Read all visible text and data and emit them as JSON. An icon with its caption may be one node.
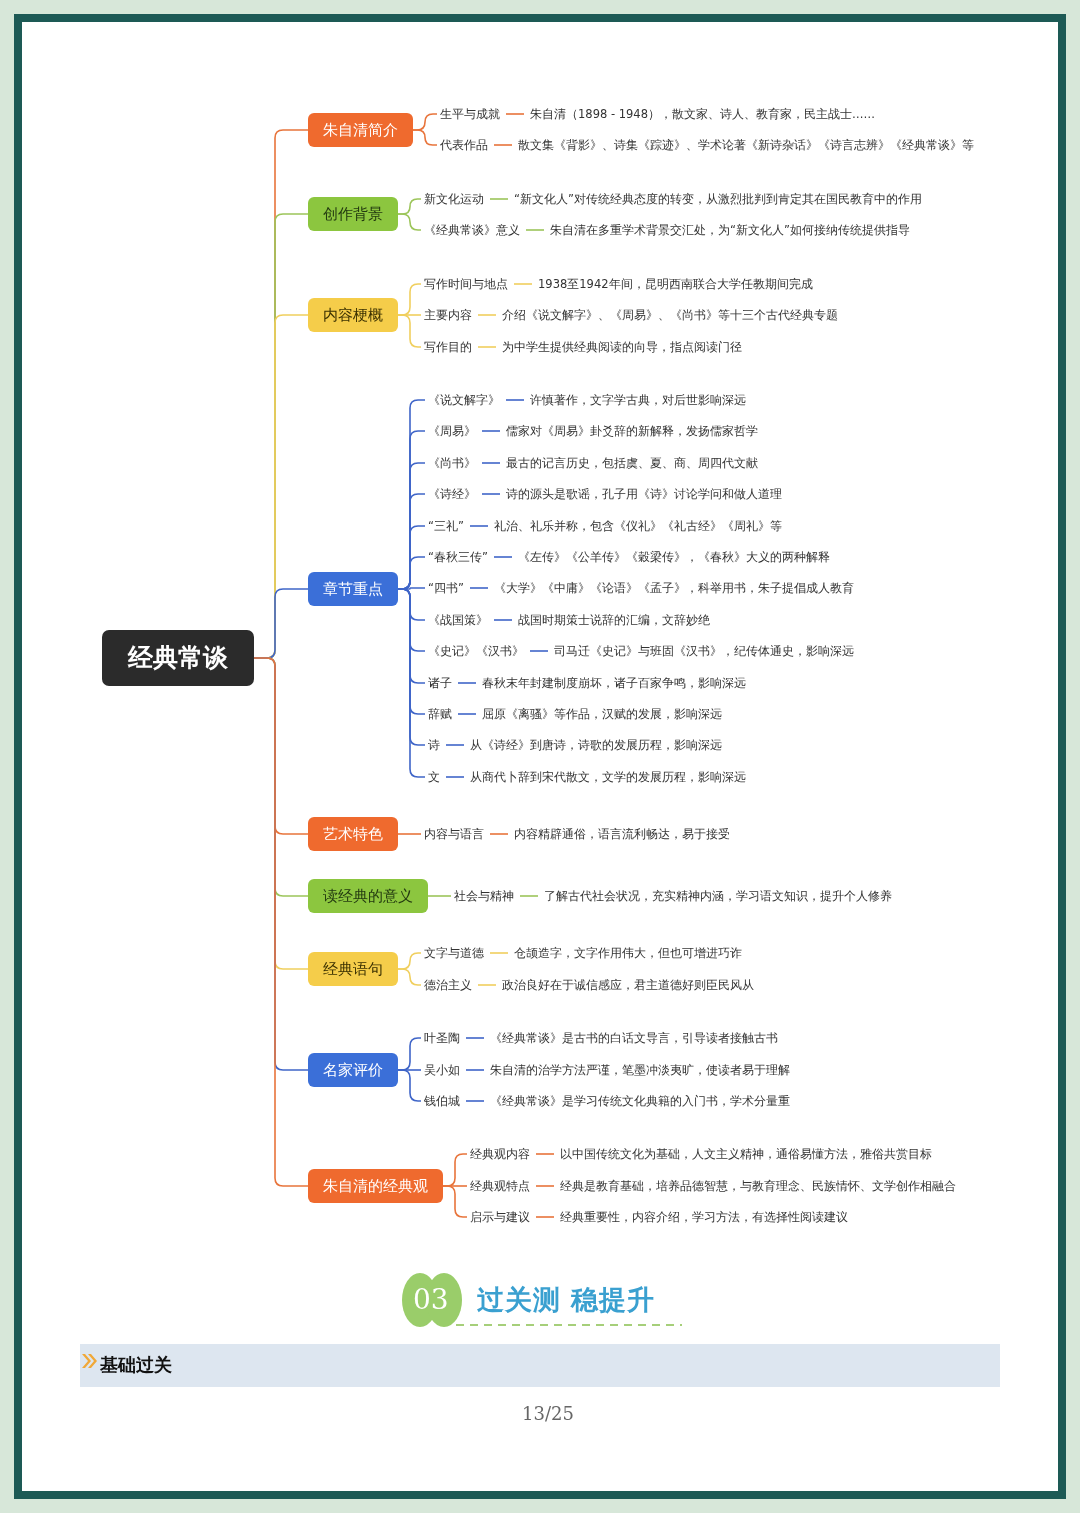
{
  "diagram": {
    "nodes": [
      {
        "text": [
          "经典常谈"
        ]
      },
      {
        "text": [
          "朱自清简介"
        ]
      },
      {
        "text": [
          "生平与成就"
        ]
      },
      {
        "text": [
          "朱自清（1898 - 1948），散文家、诗人、教育家，民主战士……"
        ]
      },
      {
        "text": [
          "代表作品"
        ]
      },
      {
        "text": [
          "散文集《背影》、诗集《踪迹》、学术论著《新诗杂话》《诗言志辨》《经典常谈》等"
        ]
      },
      {
        "text": [
          "创作背景"
        ]
      },
      {
        "text": [
          "新文化运动"
        ]
      },
      {
        "text": [
          "“新文化人”对传统经典态度的转变，从激烈批判到肯定其在国民教育中的作用"
        ]
      },
      {
        "text": [
          "《经典常谈》意义"
        ]
      },
      {
        "text": [
          "朱自清在多重学术背景交汇处，为“新文化人”如何接纳传统提供指导"
        ]
      },
      {
        "text": [
          "内容梗概"
        ]
      },
      {
        "text": [
          "写作时间与地点"
        ]
      },
      {
        "text": [
          "1938至1942年间，昆明西南联合大学任教期间完成"
        ]
      },
      {
        "text": [
          "主要内容"
        ]
      },
      {
        "text": [
          "介绍《说文解字》、《周易》、《尚书》等十三个古代经典专题"
        ]
      },
      {
        "text": [
          "写作目的"
        ]
      },
      {
        "text": [
          "为中学生提供经典阅读的向导，指点阅读门径"
        ]
      },
      {
        "text": [
          "章节重点"
        ]
      },
      {
        "text": [
          "《说文解字》"
        ]
      },
      {
        "text": [
          "许慎著作，文字学古典，对后世影响深远"
        ]
      },
      {
        "text": [
          "《周易》"
        ]
      },
      {
        "text": [
          "儒家对《周易》卦爻辞的新解释，发扬儒家哲学"
        ]
      },
      {
        "text": [
          "《尚书》"
        ]
      },
      {
        "text": [
          "最古的记言历史，包括虞、夏、商、周四代文献"
        ]
      },
      {
        "text": [
          "《诗经》"
        ]
      },
      {
        "text": [
          "诗的源头是歌谣，孔子用《诗》讨论学问和做人道理"
        ]
      },
      {
        "text": [
          "“三礼”"
        ]
      },
      {
        "text": [
          "礼治、礼乐并称，包含《仪礼》《礼古经》《周礼》等"
        ]
      },
      {
        "text": [
          "“春秋三传”"
        ]
      },
      {
        "text": [
          "《左传》《公羊传》《穀梁传》，《春秋》大义的两种解释"
        ]
      },
      {
        "text": [
          "“四书”"
        ]
      },
      {
        "text": [
          "《大学》《中庸》《论语》《孟子》，科举用书，朱子提倡成人教育"
        ]
      },
      {
        "text": [
          "《战国策》"
        ]
      },
      {
        "text": [
          "战国时期策士说辞的汇编，文辞妙绝"
        ]
      },
      {
        "text": [
          "《史记》《汉书》"
        ]
      },
      {
        "text": [
          "司马迁《史记》与班固《汉书》，纪传体通史，影响深远"
        ]
      },
      {
        "text": [
          "诸子"
        ]
      },
      {
        "text": [
          "春秋末年封建制度崩坏，诸子百家争鸣，影响深远"
        ]
      },
      {
        "text": [
          "辞赋"
        ]
      },
      {
        "text": [
          "屈原《离骚》等作品，汉赋的发展，影响深远"
        ]
      },
      {
        "text": [
          "诗"
        ]
      },
      {
        "text": [
          "从《诗经》到唐诗，诗歌的发展历程，影响深远"
        ]
      },
      {
        "text": [
          "文"
        ]
      },
      {
        "text": [
          "从商代卜辞到宋代散文，文学的发展历程，影响深远"
        ]
      },
      {
        "text": [
          "艺术特色"
        ]
      },
      {
        "text": [
          "内容与语言"
        ]
      },
      {
        "text": [
          "内容精辟通俗，语言流利畅达，易于接受"
        ]
      },
      {
        "text": [
          "读经典的意义"
        ]
      },
      {
        "text": [
          "社会与精神"
        ]
      },
      {
        "text": [
          "了解古代社会状况，充实精神内涵，学习语文知识，提升个人修养"
        ]
      },
      {
        "text": [
          "经典语句"
        ]
      },
      {
        "text": [
          "文字与道德"
        ]
      },
      {
        "text": [
          "仓颉造字，文字作用伟大，但也可增进巧诈"
        ]
      },
      {
        "text": [
          "德治主义"
        ]
      },
      {
        "text": [
          "政治良好在于诚信感应，君主道德好则臣民风从"
        ]
      },
      {
        "text": [
          "名家评价"
        ]
      },
      {
        "text": [
          "叶圣陶"
        ]
      },
      {
        "text": [
          "《经典常谈》是古书的白话文导言，引导读者接触古书"
        ]
      },
      {
        "text": [
          "吴小如"
        ]
      },
      {
        "text": [
          "朱自清的治学方法严谨，笔墨冲淡夷旷，使读者易于理解"
        ]
      },
      {
        "text": [
          "钱伯城"
        ]
      },
      {
        "text": [
          "《经典常谈》是学习传统文化典籍的入门书，学术分量重"
        ]
      },
      {
        "text": [
          "朱自清的经典观"
        ]
      },
      {
        "text": [
          "经典观内容"
        ]
      },
      {
        "text": [
          "以中国传统文化为基础，人文主义精神，通俗易懂方法，雅俗共赏目标"
        ]
      },
      {
        "text": [
          "经典观特点"
        ]
      },
      {
        "text": [
          "经典是教育基础，培养品德智慧，与教育理念、民族情怀、文学创作相融合"
        ]
      },
      {
        "text": [
          "启示与建议"
        ]
      },
      {
        "text": [
          "经典重要性，内容介绍，学习方法，有选择性阅读建议"
        ]
      }
    ],
    "edges": [
      {
        "from": 0,
        "to": 1,
        "arrow": "none",
        "color": "#e8743b"
      },
      {
        "from": 1,
        "to": 2,
        "arrow": "none",
        "color": "#e8743b"
      },
      {
        "from": 2,
        "to": 3,
        "arrow": "none",
        "color": "#e8743b"
      },
      {
        "from": 1,
        "to": 4,
        "arrow": "none",
        "color": "#e8743b"
      },
      {
        "from": 4,
        "to": 5,
        "arrow": "none",
        "color": "#e8743b"
      },
      {
        "from": 0,
        "to": 6,
        "arrow": "none",
        "color": "#9cc55a"
      },
      {
        "from": 6,
        "to": 7,
        "arrow": "none",
        "color": "#9cc55a"
      },
      {
        "from": 7,
        "to": 8,
        "arrow": "none",
        "color": "#9cc55a"
      },
      {
        "from": 6,
        "to": 9,
        "arrow": "none",
        "color": "#9cc55a"
      },
      {
        "from": 9,
        "to": 10,
        "arrow": "none",
        "color": "#9cc55a"
      },
      {
        "from": 0,
        "to": 11,
        "arrow": "none",
        "color": "#f0cf5e"
      },
      {
        "from": 11,
        "to": 12,
        "arrow": "none",
        "color": "#f0cf5e"
      },
      {
        "from": 12,
        "to": 13,
        "arrow": "none",
        "color": "#f0cf5e"
      },
      {
        "from": 11,
        "to": 14,
        "arrow": "none",
        "color": "#f0cf5e"
      },
      {
        "from": 14,
        "to": 15,
        "arrow": "none",
        "color": "#f0cf5e"
      },
      {
        "from": 11,
        "to": 16,
        "arrow": "none",
        "color": "#f0cf5e"
      },
      {
        "from": 16,
        "to": 17,
        "arrow": "none",
        "color": "#f0cf5e"
      },
      {
        "from": 0,
        "to": 18,
        "arrow": "none",
        "color": "#3f65c8"
      },
      {
        "from": 18,
        "to": 19,
        "arrow": "none",
        "color": "#3f65c8"
      },
      {
        "from": 19,
        "to": 20,
        "arrow": "none",
        "color": "#3f65c8"
      },
      {
        "from": 18,
        "to": 21,
        "arrow": "none",
        "color": "#3f65c8"
      },
      {
        "from": 21,
        "to": 22,
        "arrow": "none",
        "color": "#3f65c8"
      },
      {
        "from": 18,
        "to": 23,
        "arrow": "none",
        "color": "#3f65c8"
      },
      {
        "from": 23,
        "to": 24,
        "arrow": "none",
        "color": "#3f65c8"
      },
      {
        "from": 18,
        "to": 25,
        "arrow": "none",
        "color": "#3f65c8"
      },
      {
        "from": 25,
        "to": 26,
        "arrow": "none",
        "color": "#3f65c8"
      },
      {
        "from": 18,
        "to": 27,
        "arrow": "none",
        "color": "#3f65c8"
      },
      {
        "from": 27,
        "to": 28,
        "arrow": "none",
        "color": "#3f65c8"
      },
      {
        "from": 18,
        "to": 29,
        "arrow": "none",
        "color": "#3f65c8"
      },
      {
        "from": 29,
        "to": 30,
        "arrow": "none",
        "color": "#3f65c8"
      },
      {
        "from": 18,
        "to": 31,
        "arrow": "none",
        "color": "#3f65c8"
      },
      {
        "from": 31,
        "to": 32,
        "arrow": "none",
        "color": "#3f65c8"
      },
      {
        "from": 18,
        "to": 33,
        "arrow": "none",
        "color": "#3f65c8"
      },
      {
        "from": 33,
        "to": 34,
        "arrow": "none",
        "color": "#3f65c8"
      },
      {
        "from": 18,
        "to": 35,
        "arrow": "none",
        "color": "#3f65c8"
      },
      {
        "from": 35,
        "to": 36,
        "arrow": "none",
        "color": "#3f65c8"
      },
      {
        "from": 18,
        "to": 37,
        "arrow": "none",
        "color": "#3f65c8"
      },
      {
        "from": 37,
        "to": 38,
        "arrow": "none",
        "color": "#3f65c8"
      },
      {
        "from": 18,
        "to": 39,
        "arrow": "none",
        "color": "#3f65c8"
      },
      {
        "from": 39,
        "to": 40,
        "arrow": "none",
        "color": "#3f65c8"
      },
      {
        "from": 18,
        "to": 41,
        "arrow": "none",
        "color": "#3f65c8"
      },
      {
        "from": 41,
        "to": 42,
        "arrow": "none",
        "color": "#3f65c8"
      },
      {
        "from": 18,
        "to": 43,
        "arrow": "none",
        "color": "#3f65c8"
      },
      {
        "from": 43,
        "to": 44,
        "arrow": "none",
        "color": "#3f65c8"
      },
      {
        "from": 0,
        "to": 45,
        "arrow": "none",
        "color": "#e8743b"
      },
      {
        "from": 45,
        "to": 46,
        "arrow": "none",
        "color": "#e8743b"
      },
      {
        "from": 46,
        "to": 47,
        "arrow": "none",
        "color": "#e8743b"
      },
      {
        "from": 0,
        "to": 48,
        "arrow": "none",
        "color": "#9cc55a"
      },
      {
        "from": 48,
        "to": 49,
        "arrow": "none",
        "color": "#9cc55a"
      },
      {
        "from": 49,
        "to": 50,
        "arrow": "none",
        "color": "#9cc55a"
      },
      {
        "from": 0,
        "to": 51,
        "arrow": "none",
        "color": "#f0cf5e"
      },
      {
        "from": 51,
        "to": 52,
        "arrow": "none",
        "color": "#f0cf5e"
      },
      {
        "from": 52,
        "to": 53,
        "arrow": "none",
        "color": "#f0cf5e"
      },
      {
        "from": 51,
        "to": 54,
        "arrow": "none",
        "color": "#f0cf5e"
      },
      {
        "from": 54,
        "to": 55,
        "arrow": "none",
        "color": "#f0cf5e"
      },
      {
        "from": 0,
        "to": 56,
        "arrow": "none",
        "color": "#3f65c8"
      },
      {
        "from": 56,
        "to": 57,
        "arrow": "none",
        "color": "#3f65c8"
      },
      {
        "from": 57,
        "to": 58,
        "arrow": "none",
        "color": "#3f65c8"
      },
      {
        "from": 56,
        "to": 59,
        "arrow": "none",
        "color": "#3f65c8"
      },
      {
        "from": 59,
        "to": 60,
        "arrow": "none",
        "color": "#3f65c8"
      },
      {
        "from": 56,
        "to": 61,
        "arrow": "none",
        "color": "#3f65c8"
      },
      {
        "from": 61,
        "to": 62,
        "arrow": "none",
        "color": "#3f65c8"
      },
      {
        "from": 0,
        "to": 63,
        "arrow": "none",
        "color": "#e8743b"
      },
      {
        "from": 63,
        "to": 64,
        "arrow": "none",
        "color": "#e8743b"
      },
      {
        "from": 64,
        "to": 65,
        "arrow": "none",
        "color": "#e8743b"
      },
      {
        "from": 63,
        "to": 66,
        "arrow": "none",
        "color": "#e8743b"
      },
      {
        "from": 66,
        "to": 67,
        "arrow": "none",
        "color": "#e8743b"
      },
      {
        "from": 63,
        "to": 68,
        "arrow": "none",
        "color": "#e8743b"
      },
      {
        "from": 68,
        "to": 69,
        "arrow": "none",
        "color": "#e8743b"
      }
    ],
    "labels": [
      "03",
      "过关测 稳提升",
      "基础过关",
      "13/25"
    ]
  }
}
